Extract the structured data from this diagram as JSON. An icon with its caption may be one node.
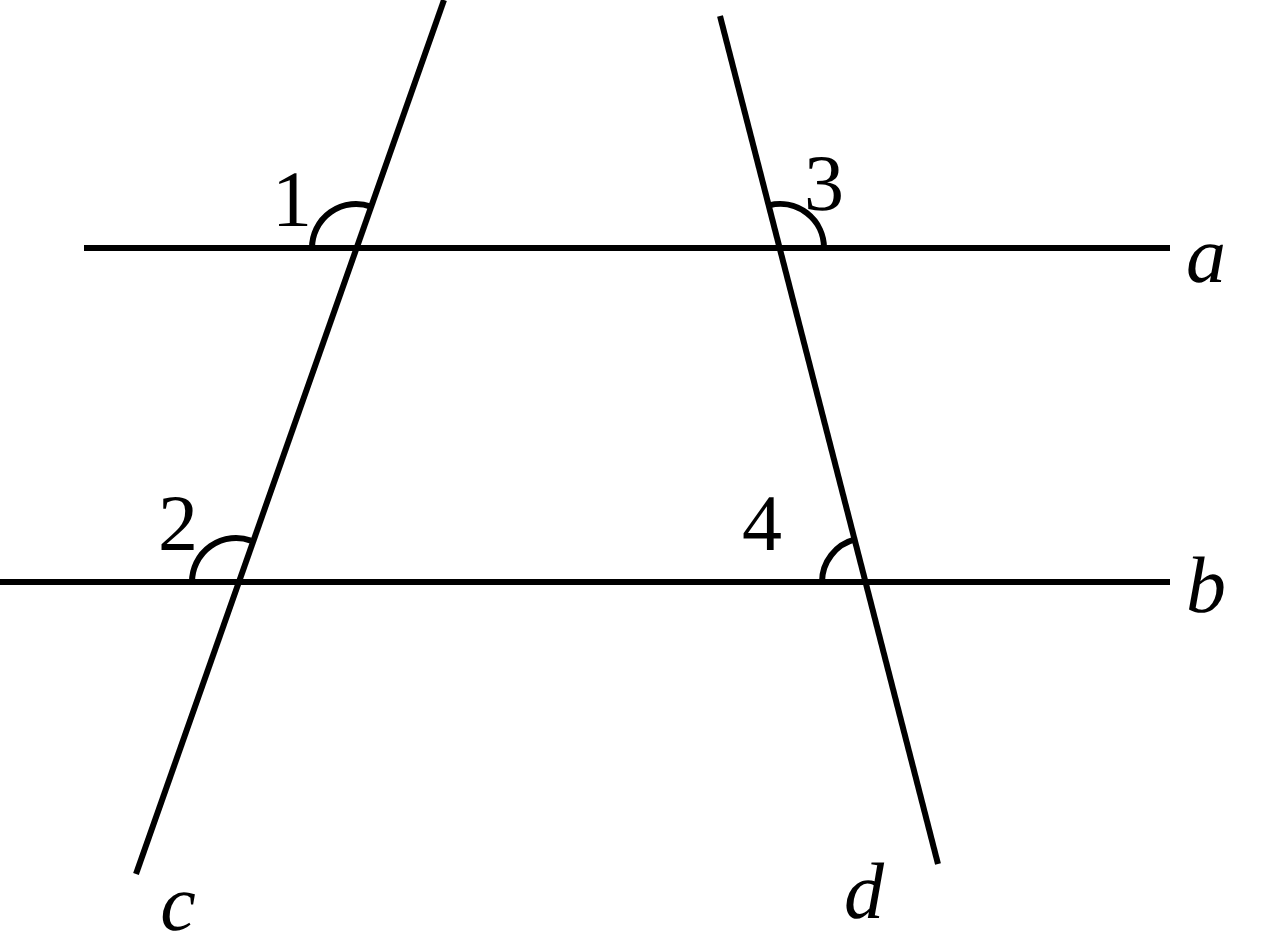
{
  "diagram": {
    "labels": [
      "1",
      "3",
      "a",
      "2",
      "4",
      "b",
      "c",
      "d"
    ]
  }
}
